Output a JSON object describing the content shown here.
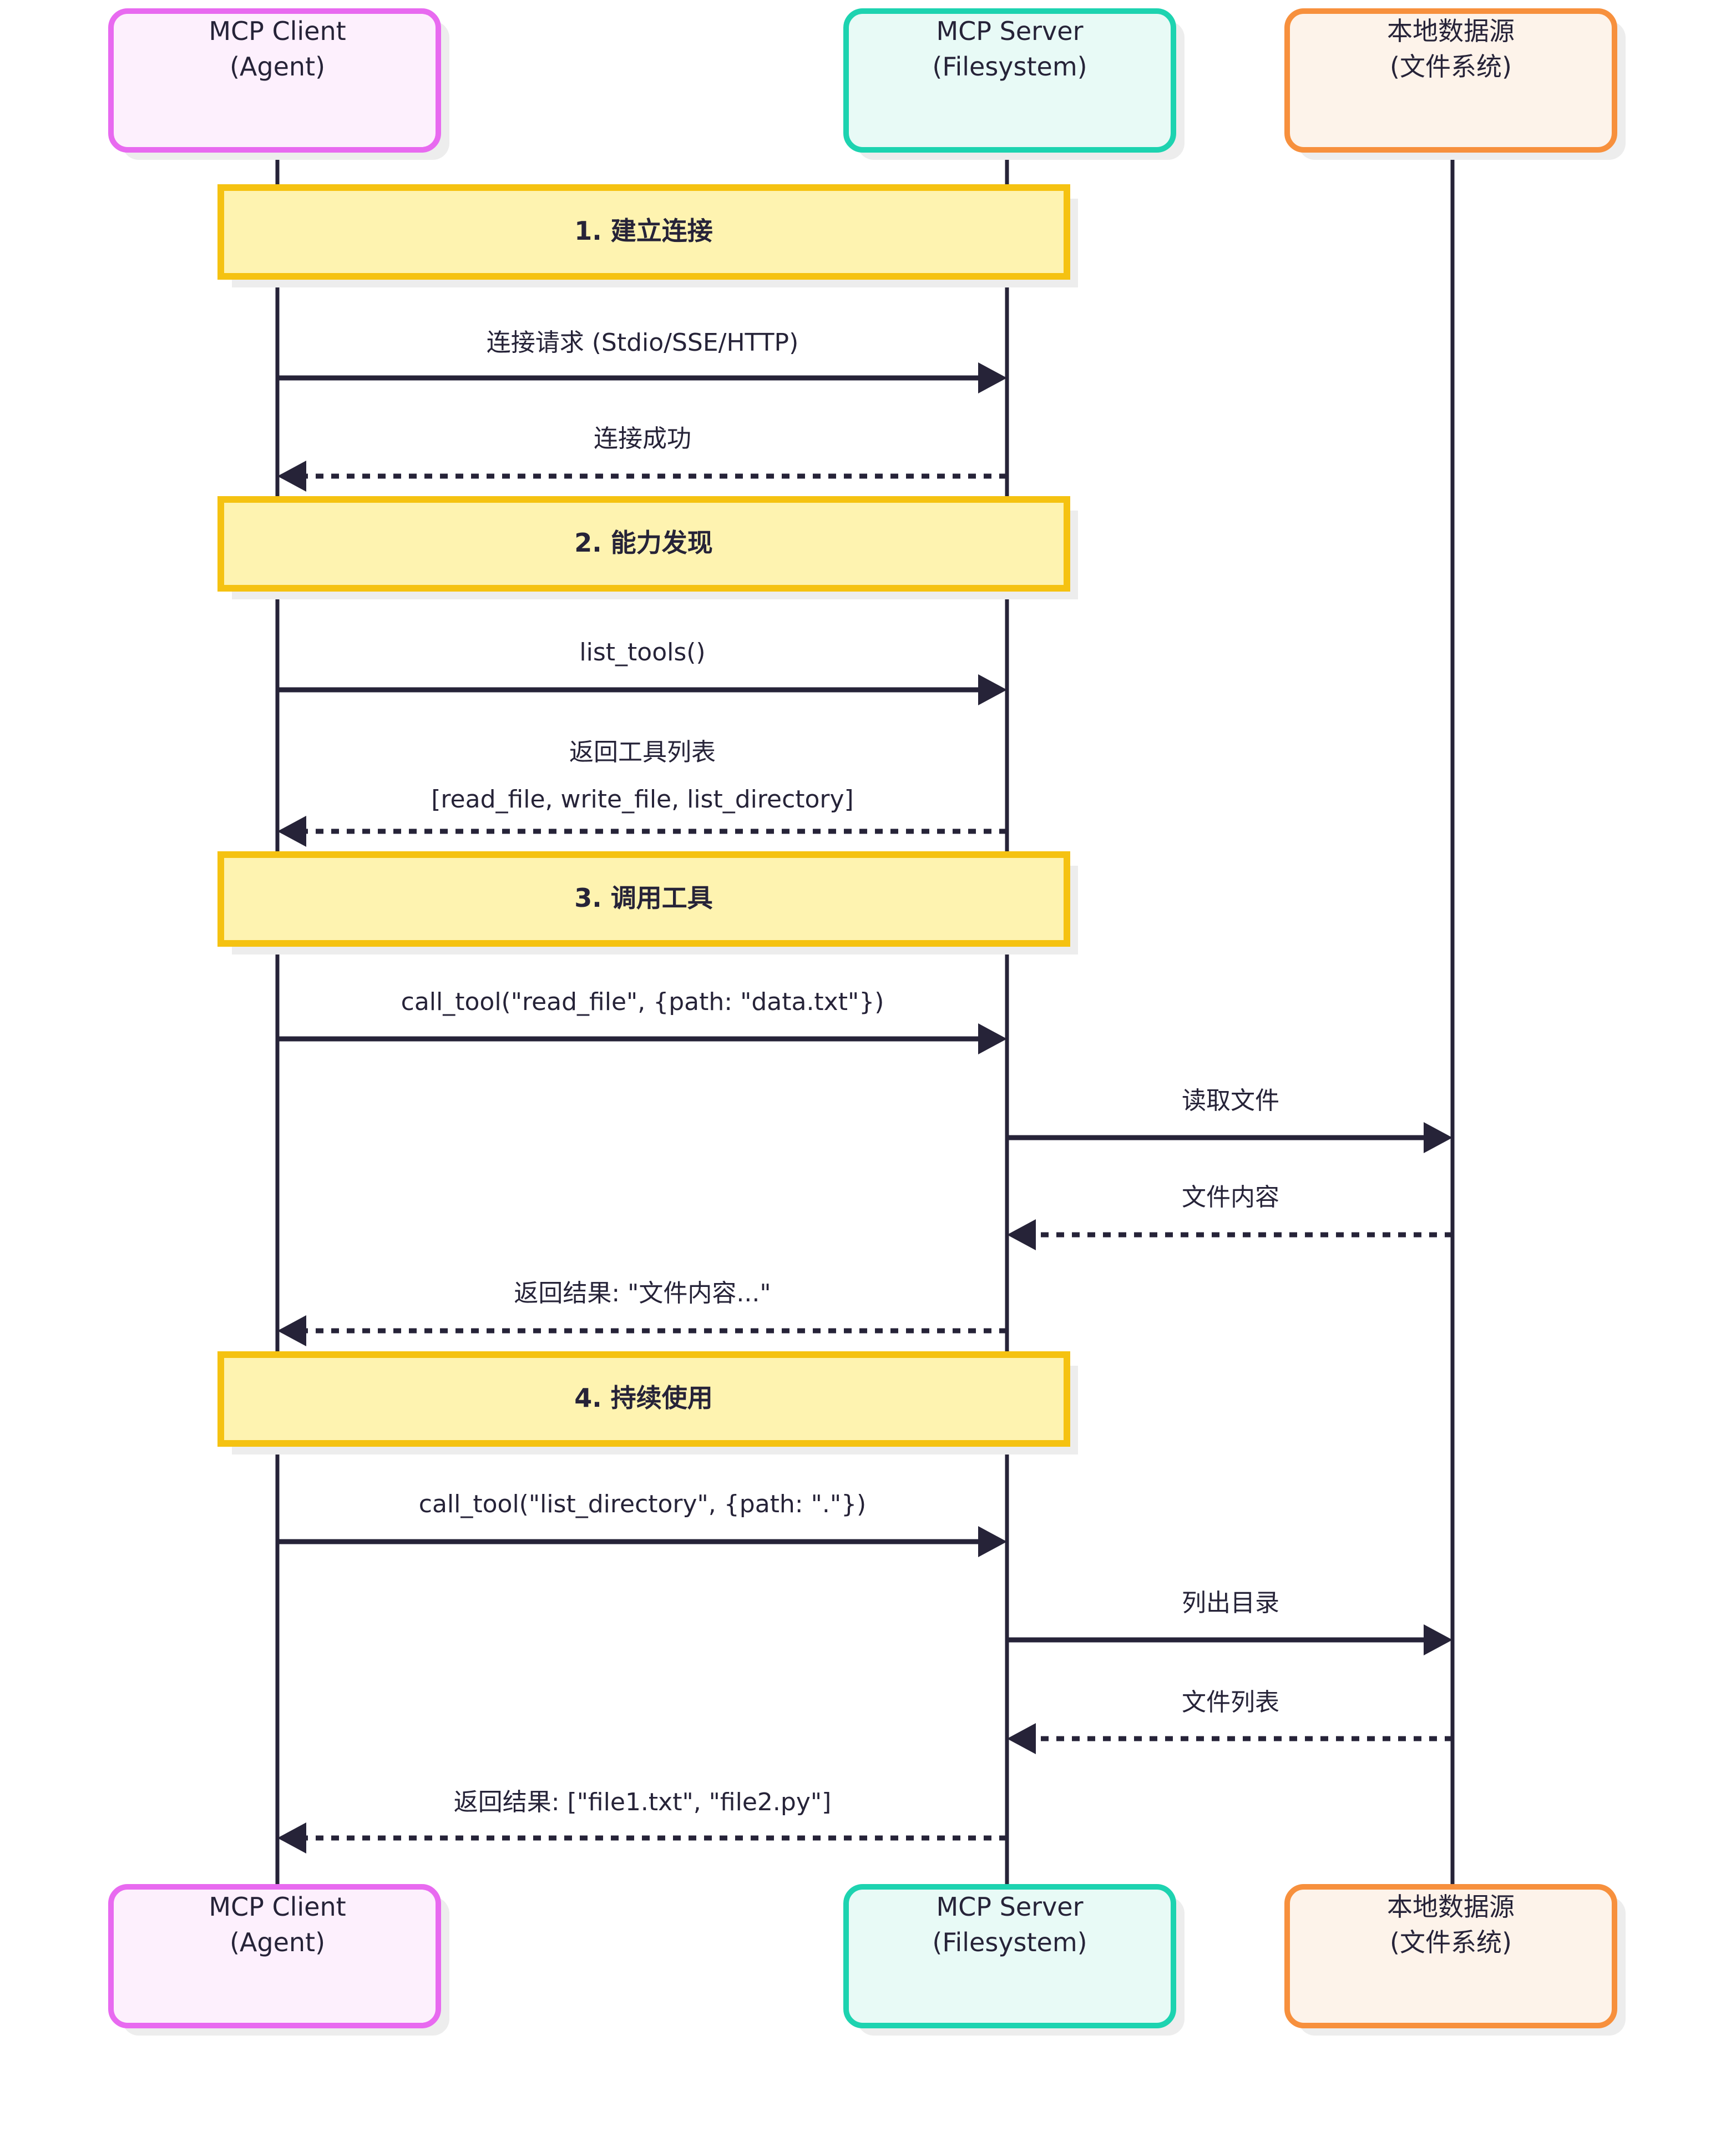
{
  "diagram": {
    "type": "sequence-diagram",
    "title_text": "",
    "participants": [
      {
        "id": "client",
        "line1": "MCP Client",
        "line2": "(Agent)",
        "border_color": "#E86AF0",
        "fill_color": "#FDF0FD"
      },
      {
        "id": "server",
        "line1": "MCP Server",
        "line2": "(Filesystem)",
        "border_color": "#1DD3B0",
        "fill_color": "#E8FAF6"
      },
      {
        "id": "datasource",
        "line1": "本地数据源",
        "line2": "(文件系统)",
        "border_color": "#F7903D",
        "fill_color": "#FDF3EA"
      }
    ],
    "sections": [
      {
        "id": "sec1",
        "label": "1. 建立连接"
      },
      {
        "id": "sec2",
        "label": "2. 能力发现"
      },
      {
        "id": "sec3",
        "label": "3. 调用工具"
      },
      {
        "id": "sec4",
        "label": "4. 持续使用"
      }
    ],
    "messages": [
      {
        "id": "m1",
        "from": "client",
        "to": "server",
        "style": "solid",
        "label": "连接请求 (Stdio/SSE/HTTP)"
      },
      {
        "id": "m2",
        "from": "server",
        "to": "client",
        "style": "dashed",
        "label": "连接成功"
      },
      {
        "id": "m3",
        "from": "client",
        "to": "server",
        "style": "solid",
        "label": "list_tools()"
      },
      {
        "id": "m4",
        "from": "server",
        "to": "client",
        "style": "dashed",
        "label_line1": "返回工具列表",
        "label_line2": "[read_file, write_file, list_directory]"
      },
      {
        "id": "m5",
        "from": "client",
        "to": "server",
        "style": "solid",
        "label": "call_tool(\"read_file\", {path: \"data.txt\"})"
      },
      {
        "id": "m6",
        "from": "server",
        "to": "datasource",
        "style": "solid",
        "label": "读取文件"
      },
      {
        "id": "m7",
        "from": "datasource",
        "to": "server",
        "style": "dashed",
        "label": "文件内容"
      },
      {
        "id": "m8",
        "from": "server",
        "to": "client",
        "style": "dashed",
        "label": "返回结果: \"文件内容...\""
      },
      {
        "id": "m9",
        "from": "client",
        "to": "server",
        "style": "solid",
        "label": "call_tool(\"list_directory\", {path: \".\"})"
      },
      {
        "id": "m10",
        "from": "server",
        "to": "datasource",
        "style": "solid",
        "label": "列出目录"
      },
      {
        "id": "m11",
        "from": "datasource",
        "to": "server",
        "style": "dashed",
        "label": "文件列表"
      },
      {
        "id": "m12",
        "from": "server",
        "to": "client",
        "style": "dashed",
        "label": "返回结果: [\"file1.txt\", \"file2.py\"]"
      }
    ],
    "colors": {
      "section_fill": "#FEF3B0",
      "section_border": "#F5C211",
      "line_color": "#262338",
      "shadow_color": "#EDEDED",
      "background": "#FFFFFF"
    }
  }
}
